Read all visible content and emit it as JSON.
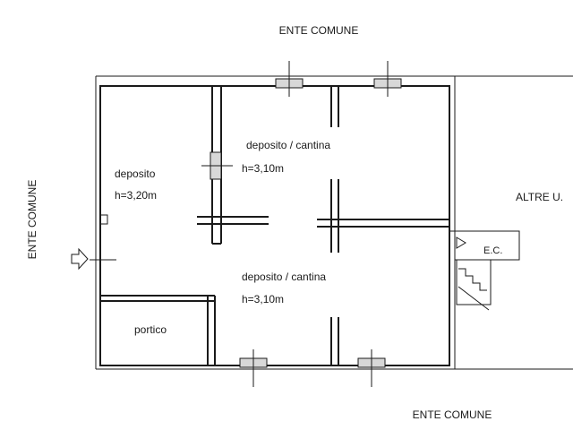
{
  "labels": {
    "top": "ENTE COMUNE",
    "bottom": "ENTE COMUNE",
    "left": "ENTE COMUNE",
    "right": "ALTRE U.",
    "ec": "E.C."
  },
  "rooms": [
    {
      "name": "deposito",
      "height": "h=3,20m"
    },
    {
      "name": "deposito / cantina",
      "height": "h=3,10m"
    },
    {
      "name": "deposito / cantina",
      "height": "h=3,10m"
    },
    {
      "name": "portico"
    }
  ]
}
